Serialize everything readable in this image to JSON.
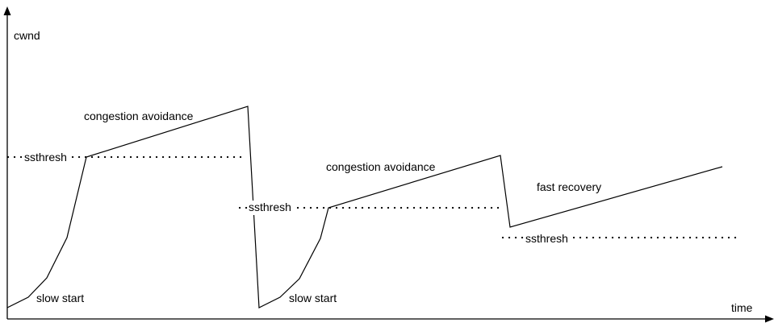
{
  "axes": {
    "y_label": "cwnd",
    "x_label": "time"
  },
  "labels": {
    "slow_start_1": "slow start",
    "congestion_avoidance_1": "congestion avoidance",
    "ssthresh_1": "ssthresh",
    "ssthresh_2": "ssthresh",
    "slow_start_2": "slow start",
    "congestion_avoidance_2": "congestion avoidance",
    "fast_recovery": "fast recovery",
    "ssthresh_3": "ssthresh"
  },
  "colors": {
    "line": "#000000",
    "background": "#ffffff"
  }
}
